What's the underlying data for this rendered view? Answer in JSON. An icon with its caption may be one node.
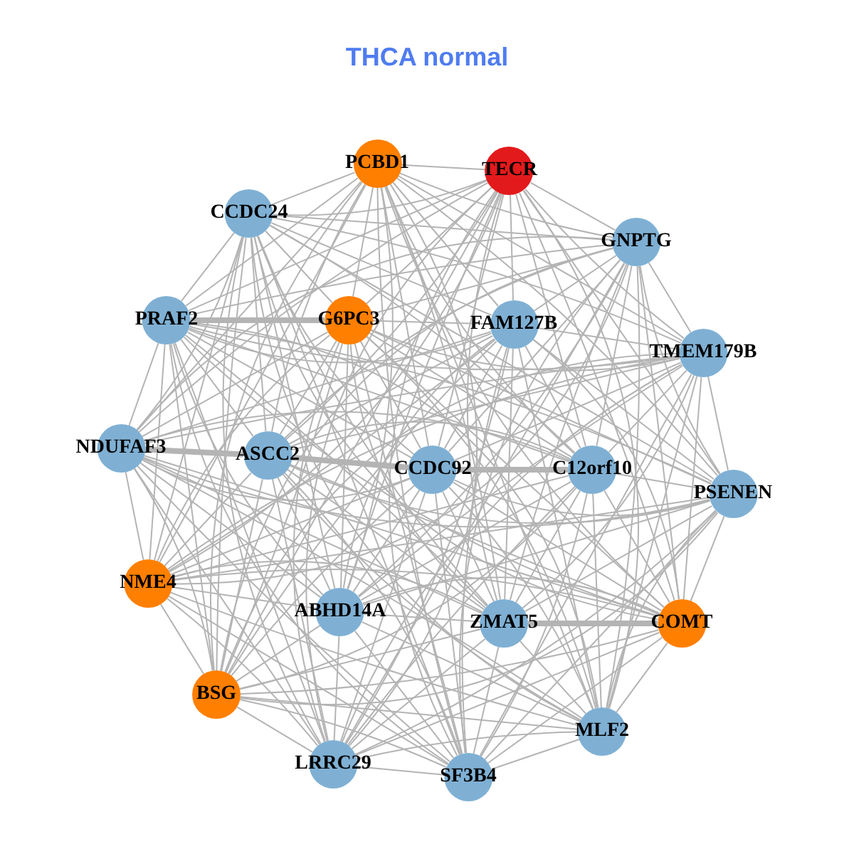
{
  "diagram": {
    "title": "THCA normal",
    "nodes": [
      {
        "text": [
          "PCBD1"
        ]
      },
      {
        "text": [
          "TECR"
        ]
      },
      {
        "text": [
          "CCDC24"
        ]
      },
      {
        "text": [
          "GNPTG"
        ]
      },
      {
        "text": [
          "PRAF2"
        ]
      },
      {
        "text": [
          "G6PC3"
        ]
      },
      {
        "text": [
          "FAM127B"
        ]
      },
      {
        "text": [
          "TMEM179B"
        ]
      },
      {
        "text": [
          "NDUFAF3"
        ]
      },
      {
        "text": [
          "ASCC2"
        ]
      },
      {
        "text": [
          "CCDC92"
        ]
      },
      {
        "text": [
          "C12orf10"
        ]
      },
      {
        "text": [
          "PSENEN"
        ]
      },
      {
        "text": [
          "NME4"
        ]
      },
      {
        "text": [
          "ABHD14A"
        ]
      },
      {
        "text": [
          "ZMAT5"
        ]
      },
      {
        "text": [
          "COMT"
        ]
      },
      {
        "text": [
          "BSG"
        ]
      },
      {
        "text": [
          "LRRC29"
        ]
      },
      {
        "text": [
          "SF3B4"
        ]
      },
      {
        "text": [
          "MLF2"
        ]
      }
    ],
    "edges": [
      {
        "from": 0,
        "to": 1,
        "arrow": "none"
      },
      {
        "from": 0,
        "to": 2,
        "arrow": "none"
      },
      {
        "from": 0,
        "to": 3,
        "arrow": "none"
      },
      {
        "from": 0,
        "to": 4,
        "arrow": "none"
      },
      {
        "from": 0,
        "to": 5,
        "arrow": "none"
      },
      {
        "from": 0,
        "to": 6,
        "arrow": "none"
      },
      {
        "from": 0,
        "to": 7,
        "arrow": "none"
      },
      {
        "from": 0,
        "to": 8,
        "arrow": "none"
      },
      {
        "from": 0,
        "to": 9,
        "arrow": "none"
      },
      {
        "from": 0,
        "to": 10,
        "arrow": "none"
      },
      {
        "from": 0,
        "to": 11,
        "arrow": "none"
      },
      {
        "from": 0,
        "to": 12,
        "arrow": "none"
      },
      {
        "from": 0,
        "to": 13,
        "arrow": "none"
      },
      {
        "from": 0,
        "to": 14,
        "arrow": "none"
      },
      {
        "from": 0,
        "to": 15,
        "arrow": "none"
      },
      {
        "from": 0,
        "to": 16,
        "arrow": "none"
      },
      {
        "from": 0,
        "to": 17,
        "arrow": "none"
      },
      {
        "from": 0,
        "to": 18,
        "arrow": "none"
      },
      {
        "from": 0,
        "to": 19,
        "arrow": "none"
      },
      {
        "from": 0,
        "to": 20,
        "arrow": "none"
      },
      {
        "from": 1,
        "to": 2,
        "arrow": "none"
      },
      {
        "from": 1,
        "to": 3,
        "arrow": "none"
      },
      {
        "from": 1,
        "to": 4,
        "arrow": "none"
      },
      {
        "from": 1,
        "to": 5,
        "arrow": "none"
      },
      {
        "from": 1,
        "to": 6,
        "arrow": "none"
      },
      {
        "from": 1,
        "to": 7,
        "arrow": "none"
      },
      {
        "from": 1,
        "to": 8,
        "arrow": "none"
      },
      {
        "from": 1,
        "to": 9,
        "arrow": "none"
      },
      {
        "from": 1,
        "to": 10,
        "arrow": "none"
      },
      {
        "from": 1,
        "to": 11,
        "arrow": "none"
      },
      {
        "from": 1,
        "to": 12,
        "arrow": "none"
      },
      {
        "from": 1,
        "to": 13,
        "arrow": "none"
      },
      {
        "from": 1,
        "to": 14,
        "arrow": "none"
      },
      {
        "from": 1,
        "to": 15,
        "arrow": "none"
      },
      {
        "from": 1,
        "to": 16,
        "arrow": "none"
      },
      {
        "from": 1,
        "to": 17,
        "arrow": "none"
      },
      {
        "from": 1,
        "to": 18,
        "arrow": "none"
      },
      {
        "from": 1,
        "to": 19,
        "arrow": "none"
      },
      {
        "from": 1,
        "to": 20,
        "arrow": "none"
      },
      {
        "from": 2,
        "to": 3,
        "arrow": "none"
      },
      {
        "from": 2,
        "to": 4,
        "arrow": "none"
      },
      {
        "from": 2,
        "to": 5,
        "arrow": "none"
      },
      {
        "from": 2,
        "to": 6,
        "arrow": "none"
      },
      {
        "from": 2,
        "to": 7,
        "arrow": "none"
      },
      {
        "from": 2,
        "to": 8,
        "arrow": "none"
      },
      {
        "from": 2,
        "to": 9,
        "arrow": "none"
      },
      {
        "from": 2,
        "to": 10,
        "arrow": "none"
      },
      {
        "from": 2,
        "to": 11,
        "arrow": "none"
      },
      {
        "from": 2,
        "to": 12,
        "arrow": "none"
      },
      {
        "from": 2,
        "to": 13,
        "arrow": "none"
      },
      {
        "from": 2,
        "to": 14,
        "arrow": "none"
      },
      {
        "from": 2,
        "to": 15,
        "arrow": "none"
      },
      {
        "from": 2,
        "to": 16,
        "arrow": "none"
      },
      {
        "from": 2,
        "to": 17,
        "arrow": "none"
      },
      {
        "from": 2,
        "to": 18,
        "arrow": "none"
      },
      {
        "from": 2,
        "to": 19,
        "arrow": "none"
      },
      {
        "from": 2,
        "to": 20,
        "arrow": "none"
      },
      {
        "from": 3,
        "to": 4,
        "arrow": "none"
      },
      {
        "from": 3,
        "to": 5,
        "arrow": "none"
      },
      {
        "from": 3,
        "to": 6,
        "arrow": "none"
      },
      {
        "from": 3,
        "to": 7,
        "arrow": "none"
      },
      {
        "from": 3,
        "to": 8,
        "arrow": "none"
      },
      {
        "from": 3,
        "to": 9,
        "arrow": "none"
      },
      {
        "from": 3,
        "to": 10,
        "arrow": "none"
      },
      {
        "from": 3,
        "to": 11,
        "arrow": "none"
      },
      {
        "from": 3,
        "to": 12,
        "arrow": "none"
      },
      {
        "from": 3,
        "to": 13,
        "arrow": "none"
      },
      {
        "from": 3,
        "to": 14,
        "arrow": "none"
      },
      {
        "from": 3,
        "to": 15,
        "arrow": "none"
      },
      {
        "from": 3,
        "to": 16,
        "arrow": "none"
      },
      {
        "from": 3,
        "to": 17,
        "arrow": "none"
      },
      {
        "from": 3,
        "to": 18,
        "arrow": "none"
      },
      {
        "from": 3,
        "to": 19,
        "arrow": "none"
      },
      {
        "from": 3,
        "to": 20,
        "arrow": "none"
      },
      {
        "from": 4,
        "to": 5,
        "arrow": "none",
        "style": "thick"
      },
      {
        "from": 4,
        "to": 6,
        "arrow": "none"
      },
      {
        "from": 4,
        "to": 7,
        "arrow": "none"
      },
      {
        "from": 4,
        "to": 8,
        "arrow": "none"
      },
      {
        "from": 4,
        "to": 9,
        "arrow": "none"
      },
      {
        "from": 4,
        "to": 10,
        "arrow": "none"
      },
      {
        "from": 4,
        "to": 11,
        "arrow": "none"
      },
      {
        "from": 4,
        "to": 12,
        "arrow": "none"
      },
      {
        "from": 4,
        "to": 13,
        "arrow": "none"
      },
      {
        "from": 4,
        "to": 14,
        "arrow": "none"
      },
      {
        "from": 4,
        "to": 15,
        "arrow": "none"
      },
      {
        "from": 4,
        "to": 16,
        "arrow": "none"
      },
      {
        "from": 4,
        "to": 17,
        "arrow": "none"
      },
      {
        "from": 4,
        "to": 18,
        "arrow": "none"
      },
      {
        "from": 4,
        "to": 19,
        "arrow": "none"
      },
      {
        "from": 4,
        "to": 20,
        "arrow": "none"
      },
      {
        "from": 5,
        "to": 6,
        "arrow": "none"
      },
      {
        "from": 5,
        "to": 7,
        "arrow": "none"
      },
      {
        "from": 5,
        "to": 8,
        "arrow": "none"
      },
      {
        "from": 5,
        "to": 9,
        "arrow": "none"
      },
      {
        "from": 5,
        "to": 10,
        "arrow": "none"
      },
      {
        "from": 5,
        "to": 11,
        "arrow": "none"
      },
      {
        "from": 5,
        "to": 12,
        "arrow": "none"
      },
      {
        "from": 5,
        "to": 13,
        "arrow": "none"
      },
      {
        "from": 5,
        "to": 14,
        "arrow": "none"
      },
      {
        "from": 5,
        "to": 15,
        "arrow": "none"
      },
      {
        "from": 5,
        "to": 16,
        "arrow": "none"
      },
      {
        "from": 5,
        "to": 17,
        "arrow": "none"
      },
      {
        "from": 5,
        "to": 18,
        "arrow": "none"
      },
      {
        "from": 5,
        "to": 19,
        "arrow": "none"
      },
      {
        "from": 5,
        "to": 20,
        "arrow": "none"
      },
      {
        "from": 6,
        "to": 7,
        "arrow": "none"
      },
      {
        "from": 6,
        "to": 8,
        "arrow": "none"
      },
      {
        "from": 6,
        "to": 9,
        "arrow": "none"
      },
      {
        "from": 6,
        "to": 10,
        "arrow": "none"
      },
      {
        "from": 6,
        "to": 11,
        "arrow": "none"
      },
      {
        "from": 6,
        "to": 12,
        "arrow": "none"
      },
      {
        "from": 6,
        "to": 13,
        "arrow": "none"
      },
      {
        "from": 6,
        "to": 14,
        "arrow": "none"
      },
      {
        "from": 6,
        "to": 15,
        "arrow": "none"
      },
      {
        "from": 6,
        "to": 16,
        "arrow": "none"
      },
      {
        "from": 6,
        "to": 17,
        "arrow": "none"
      },
      {
        "from": 6,
        "to": 18,
        "arrow": "none"
      },
      {
        "from": 6,
        "to": 19,
        "arrow": "none"
      },
      {
        "from": 6,
        "to": 20,
        "arrow": "none"
      },
      {
        "from": 7,
        "to": 8,
        "arrow": "none"
      },
      {
        "from": 7,
        "to": 9,
        "arrow": "none"
      },
      {
        "from": 7,
        "to": 10,
        "arrow": "none"
      },
      {
        "from": 7,
        "to": 11,
        "arrow": "none"
      },
      {
        "from": 7,
        "to": 12,
        "arrow": "none"
      },
      {
        "from": 7,
        "to": 13,
        "arrow": "none"
      },
      {
        "from": 7,
        "to": 14,
        "arrow": "none"
      },
      {
        "from": 7,
        "to": 15,
        "arrow": "none"
      },
      {
        "from": 7,
        "to": 16,
        "arrow": "none"
      },
      {
        "from": 7,
        "to": 17,
        "arrow": "none"
      },
      {
        "from": 7,
        "to": 18,
        "arrow": "none"
      },
      {
        "from": 7,
        "to": 19,
        "arrow": "none"
      },
      {
        "from": 7,
        "to": 20,
        "arrow": "none"
      },
      {
        "from": 8,
        "to": 9,
        "arrow": "none",
        "style": "thick"
      },
      {
        "from": 8,
        "to": 10,
        "arrow": "none"
      },
      {
        "from": 8,
        "to": 11,
        "arrow": "none"
      },
      {
        "from": 8,
        "to": 12,
        "arrow": "none"
      },
      {
        "from": 8,
        "to": 13,
        "arrow": "none"
      },
      {
        "from": 8,
        "to": 14,
        "arrow": "none"
      },
      {
        "from": 8,
        "to": 15,
        "arrow": "none"
      },
      {
        "from": 8,
        "to": 16,
        "arrow": "none"
      },
      {
        "from": 8,
        "to": 17,
        "arrow": "none"
      },
      {
        "from": 8,
        "to": 18,
        "arrow": "none"
      },
      {
        "from": 8,
        "to": 19,
        "arrow": "none"
      },
      {
        "from": 8,
        "to": 20,
        "arrow": "none"
      },
      {
        "from": 9,
        "to": 10,
        "arrow": "none",
        "style": "thick"
      },
      {
        "from": 9,
        "to": 11,
        "arrow": "none"
      },
      {
        "from": 9,
        "to": 12,
        "arrow": "none"
      },
      {
        "from": 9,
        "to": 13,
        "arrow": "none"
      },
      {
        "from": 9,
        "to": 14,
        "arrow": "none"
      },
      {
        "from": 9,
        "to": 15,
        "arrow": "none"
      },
      {
        "from": 9,
        "to": 16,
        "arrow": "none"
      },
      {
        "from": 9,
        "to": 17,
        "arrow": "none"
      },
      {
        "from": 9,
        "to": 18,
        "arrow": "none"
      },
      {
        "from": 9,
        "to": 19,
        "arrow": "none"
      },
      {
        "from": 9,
        "to": 20,
        "arrow": "none"
      },
      {
        "from": 10,
        "to": 11,
        "arrow": "none",
        "style": "thick"
      },
      {
        "from": 10,
        "to": 12,
        "arrow": "none"
      },
      {
        "from": 10,
        "to": 13,
        "arrow": "none"
      },
      {
        "from": 10,
        "to": 14,
        "arrow": "none"
      },
      {
        "from": 10,
        "to": 15,
        "arrow": "none"
      },
      {
        "from": 10,
        "to": 16,
        "arrow": "none"
      },
      {
        "from": 10,
        "to": 17,
        "arrow": "none"
      },
      {
        "from": 10,
        "to": 18,
        "arrow": "none"
      },
      {
        "from": 10,
        "to": 19,
        "arrow": "none"
      },
      {
        "from": 10,
        "to": 20,
        "arrow": "none"
      },
      {
        "from": 11,
        "to": 12,
        "arrow": "none"
      },
      {
        "from": 11,
        "to": 13,
        "arrow": "none"
      },
      {
        "from": 11,
        "to": 14,
        "arrow": "none"
      },
      {
        "from": 11,
        "to": 15,
        "arrow": "none"
      },
      {
        "from": 11,
        "to": 16,
        "arrow": "none"
      },
      {
        "from": 11,
        "to": 17,
        "arrow": "none"
      },
      {
        "from": 11,
        "to": 18,
        "arrow": "none"
      },
      {
        "from": 11,
        "to": 19,
        "arrow": "none"
      },
      {
        "from": 11,
        "to": 20,
        "arrow": "none"
      },
      {
        "from": 12,
        "to": 13,
        "arrow": "none"
      },
      {
        "from": 12,
        "to": 14,
        "arrow": "none"
      },
      {
        "from": 12,
        "to": 15,
        "arrow": "none"
      },
      {
        "from": 12,
        "to": 16,
        "arrow": "none"
      },
      {
        "from": 12,
        "to": 17,
        "arrow": "none"
      },
      {
        "from": 12,
        "to": 18,
        "arrow": "none"
      },
      {
        "from": 12,
        "to": 19,
        "arrow": "none"
      },
      {
        "from": 12,
        "to": 20,
        "arrow": "none"
      },
      {
        "from": 13,
        "to": 14,
        "arrow": "none"
      },
      {
        "from": 13,
        "to": 15,
        "arrow": "none"
      },
      {
        "from": 13,
        "to": 16,
        "arrow": "none"
      },
      {
        "from": 13,
        "to": 17,
        "arrow": "none"
      },
      {
        "from": 13,
        "to": 18,
        "arrow": "none"
      },
      {
        "from": 13,
        "to": 19,
        "arrow": "none"
      },
      {
        "from": 13,
        "to": 20,
        "arrow": "none"
      },
      {
        "from": 14,
        "to": 15,
        "arrow": "none"
      },
      {
        "from": 14,
        "to": 16,
        "arrow": "none"
      },
      {
        "from": 14,
        "to": 17,
        "arrow": "none"
      },
      {
        "from": 14,
        "to": 18,
        "arrow": "none"
      },
      {
        "from": 14,
        "to": 19,
        "arrow": "none"
      },
      {
        "from": 14,
        "to": 20,
        "arrow": "none"
      },
      {
        "from": 15,
        "to": 16,
        "arrow": "none",
        "style": "thick"
      },
      {
        "from": 15,
        "to": 17,
        "arrow": "none"
      },
      {
        "from": 15,
        "to": 18,
        "arrow": "none"
      },
      {
        "from": 15,
        "to": 19,
        "arrow": "none"
      },
      {
        "from": 15,
        "to": 20,
        "arrow": "none"
      },
      {
        "from": 16,
        "to": 17,
        "arrow": "none"
      },
      {
        "from": 16,
        "to": 18,
        "arrow": "none"
      },
      {
        "from": 16,
        "to": 19,
        "arrow": "none"
      },
      {
        "from": 16,
        "to": 20,
        "arrow": "none"
      },
      {
        "from": 17,
        "to": 18,
        "arrow": "none"
      },
      {
        "from": 17,
        "to": 19,
        "arrow": "none"
      },
      {
        "from": 17,
        "to": 20,
        "arrow": "none"
      },
      {
        "from": 18,
        "to": 19,
        "arrow": "none"
      },
      {
        "from": 18,
        "to": 20,
        "arrow": "none"
      },
      {
        "from": 19,
        "to": 20,
        "arrow": "none"
      }
    ]
  }
}
